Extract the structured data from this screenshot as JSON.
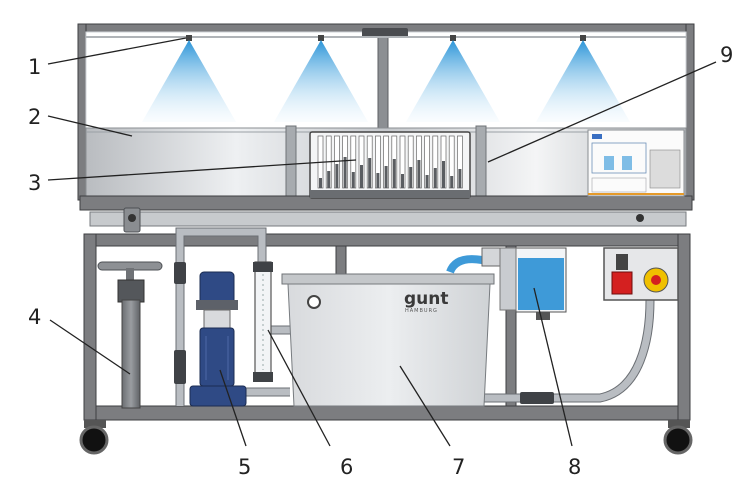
{
  "figure": {
    "logo_text": "gunt",
    "logo_subtext": "HAMBURG",
    "colors": {
      "frame": "#7c7d80",
      "spray": "#4aa3dd",
      "water": "#3e9ad8",
      "pump": "#2f4a85",
      "stop_button": "#d42020",
      "start_button": "#f0c000"
    }
  },
  "callouts": [
    {
      "label": "1"
    },
    {
      "label": "2"
    },
    {
      "label": "3"
    },
    {
      "label": "4"
    },
    {
      "label": "5"
    },
    {
      "label": "6"
    },
    {
      "label": "7"
    },
    {
      "label": "8"
    },
    {
      "label": "9"
    }
  ]
}
